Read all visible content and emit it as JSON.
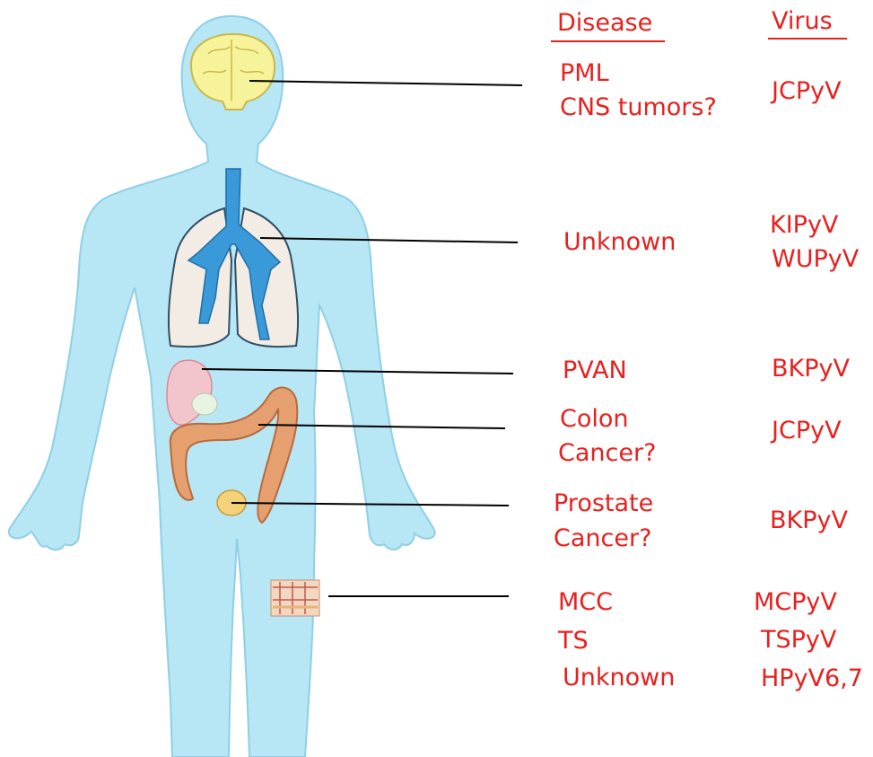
{
  "headers": {
    "disease": "Disease",
    "virus": "Virus"
  },
  "rows": [
    {
      "disease": [
        "PML",
        "CNS tumors?"
      ],
      "virus": [
        "JCPyV"
      ]
    },
    {
      "disease": [
        "Unknown"
      ],
      "virus": [
        "KIPyV",
        "WUPyV"
      ]
    },
    {
      "disease": [
        "PVAN"
      ],
      "virus": [
        "BKPyV"
      ]
    },
    {
      "disease": [
        "Colon",
        "Cancer?"
      ],
      "virus": [
        "JCPyV"
      ]
    },
    {
      "disease": [
        "Prostate",
        "Cancer?"
      ],
      "virus": [
        "BKPyV"
      ]
    },
    {
      "disease": [
        "MCC",
        "TS",
        "Unknown"
      ],
      "virus": [
        "MCPyV",
        "TSPyV",
        "HPyV6,7"
      ]
    }
  ],
  "colors": {
    "label_red": "#e8201e",
    "body_fill": "#b7e6f5",
    "body_outline": "#8fcfe6",
    "brain": "#f7f39a",
    "lung_airway": "#3a9ad9",
    "lung_fill": "#f3ece4",
    "colon": "#e6a070",
    "kidney": "#f2c4cc",
    "prostate": "#f5d27a",
    "leader_line": "#000000"
  }
}
